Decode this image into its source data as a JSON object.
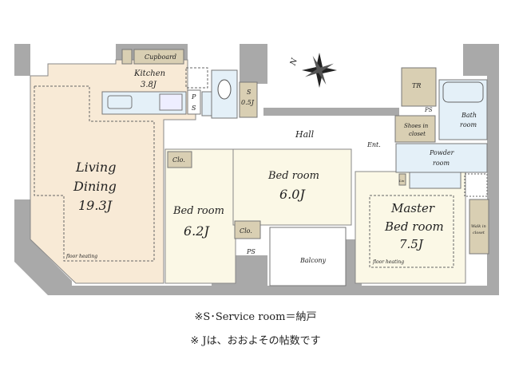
{
  "colors": {
    "wall": "#a9a9a9",
    "living": "#f8ead6",
    "bedroom": "#fbf8e6",
    "wet_area": "#e4f0f8",
    "storage": "#d9cfb3",
    "hall": "#ffffff"
  },
  "compass": {
    "label": "N",
    "icon": "compass-rose-icon"
  },
  "rooms": {
    "cupboard": "Cupboard",
    "kitchen": "Kitchen",
    "kitchen_size": "3.8J",
    "ps1": "P",
    "ps1b": "S",
    "service": "S",
    "service_size": "0.5J",
    "living1": "Living",
    "living2": "Dining",
    "living_size": "19.3J",
    "living_heating": "floor heating",
    "clo1": "Clo.",
    "bed1": "Bed room",
    "bed1_size": "6.2J",
    "clo2": "Clo.",
    "ps2": "PS",
    "bed2": "Bed room",
    "bed2_size": "6.0J",
    "hall": "Hall",
    "balcony": "Balcony",
    "ent": "Ent.",
    "tr": "TR",
    "ps3": "PS",
    "shoes1": "Shoes in",
    "shoes2": "closet",
    "bath1": "Bath",
    "bath2": "room",
    "powder1": "Powder",
    "powder2": "room",
    "lin": "Lin",
    "master1": "Master",
    "master2": "Bed room",
    "master_size": "7.5J",
    "master_heating": "floor heating",
    "wic1": "Walk in",
    "wic2": "closet"
  },
  "notes": [
    "※S･Service room＝納戸",
    "※ Jは、おおよその帖数です"
  ]
}
